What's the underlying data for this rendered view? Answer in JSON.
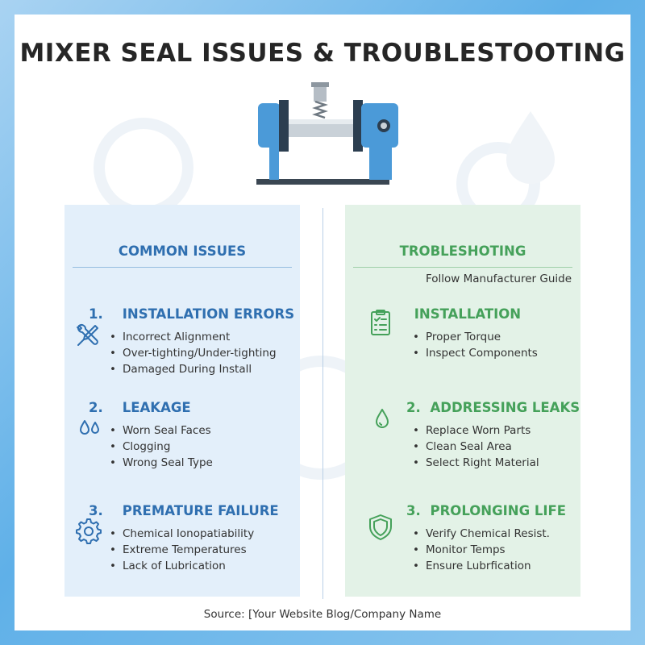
{
  "title": "MIXER SEAL ISSUES & TROUBLESTOOTING",
  "left_panel": {
    "heading": "COMMON ISSUES",
    "sections": [
      {
        "number": "1.",
        "heading": "INSTALLATION ERRORS",
        "icon": "wrench-screwdriver-icon",
        "items": [
          "Incorrect Alignment",
          "Over-tighting/Under-tighting",
          "Damaged During Install"
        ]
      },
      {
        "number": "2.",
        "heading": "LEAKAGE",
        "icon": "droplets-icon",
        "items": [
          "Worn Seal Faces",
          "Clogging",
          "Wrong Seal Type"
        ]
      },
      {
        "number": "3.",
        "heading": "PREMATURE FAILURE",
        "icon": "gear-icon",
        "items": [
          "Chemical Ionopatiability",
          "Extreme Temperatures",
          "Lack of Lubrication"
        ]
      }
    ]
  },
  "right_panel": {
    "heading": "TROBLESHOTING",
    "subtitle": "Follow Manufacturer Guide",
    "sections": [
      {
        "number": "",
        "heading": "INSTALLATION",
        "icon": "clipboard-checklist-icon",
        "items": [
          "Proper Torque",
          "Inspect Components"
        ]
      },
      {
        "number": "2.",
        "heading": "ADDRESSING LEAKS",
        "icon": "droplet-icon",
        "items": [
          "Replace Worn Parts",
          "Clean Seal Area",
          "Select Right Material"
        ]
      },
      {
        "number": "3.",
        "heading": "PROLONGING LIFE",
        "icon": "shield-icon",
        "items": [
          "Verify Chemical Resist.",
          "Monitor Temps",
          "Ensure Lubrfication"
        ]
      }
    ]
  },
  "source": "Source: [Your Website Blog/Company Name",
  "colors": {
    "blue_accent": "#2f6fb0",
    "green_accent": "#45a15a",
    "left_panel_bg": "#e3effa",
    "right_panel_bg": "#e3f2e7"
  }
}
